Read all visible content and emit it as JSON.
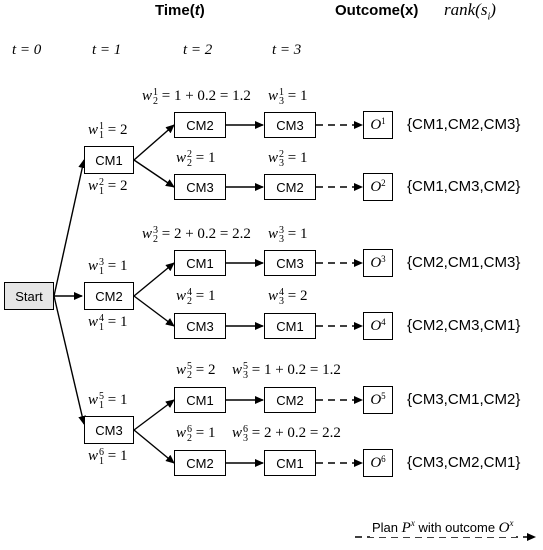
{
  "header": {
    "time": "Time",
    "time_var": "t",
    "outcome": "Outcome(x)",
    "rank": "rank",
    "rank_arg": "s",
    "rank_sub": "i"
  },
  "time_labels": [
    "t = 0",
    "t = 1",
    "t = 2",
    "t = 3"
  ],
  "start_label": "Start",
  "level1": [
    "CM1",
    "CM2",
    "CM3"
  ],
  "branches": [
    {
      "t2": "CM2",
      "t3": "CM3",
      "outcome": "1",
      "rank": "{CM1,CM2,CM3}",
      "w2": {
        "sup": "1",
        "expr": "= 1 + 0.2 = 1.2"
      },
      "w3": {
        "sup": "1",
        "expr": "= 1"
      }
    },
    {
      "t2": "CM3",
      "t3": "CM2",
      "outcome": "2",
      "rank": "{CM1,CM3,CM2}",
      "w2": {
        "sup": "2",
        "expr": "= 1"
      },
      "w3": {
        "sup": "2",
        "expr": "= 1"
      }
    },
    {
      "t2": "CM1",
      "t3": "CM3",
      "outcome": "3",
      "rank": "{CM2,CM1,CM3}",
      "w2": {
        "sup": "3",
        "expr": "= 2 + 0.2 = 2.2"
      },
      "w3": {
        "sup": "3",
        "expr": "= 1"
      }
    },
    {
      "t2": "CM3",
      "t3": "CM1",
      "outcome": "4",
      "rank": "{CM2,CM3,CM1}",
      "w2": {
        "sup": "4",
        "expr": "= 1"
      },
      "w3": {
        "sup": "4",
        "expr": "= 2"
      }
    },
    {
      "t2": "CM1",
      "t3": "CM2",
      "outcome": "5",
      "rank": "{CM3,CM1,CM2}",
      "w2": {
        "sup": "5",
        "expr": "= 2"
      },
      "w3": {
        "sup": "5",
        "expr": "= 1 + 0.2 = 1.2"
      }
    },
    {
      "t2": "CM2",
      "t3": "CM1",
      "outcome": "6",
      "rank": "{CM3,CM2,CM1}",
      "w2": {
        "sup": "6",
        "expr": "= 1"
      },
      "w3": {
        "sup": "6",
        "expr": "= 2 + 0.2 = 2.2"
      }
    }
  ],
  "w1": [
    {
      "sup": "1",
      "expr": "= 2"
    },
    {
      "sup": "2",
      "expr": "= 2"
    },
    {
      "sup": "3",
      "expr": "= 1"
    },
    {
      "sup": "4",
      "expr": "= 1"
    },
    {
      "sup": "5",
      "expr": "= 1"
    },
    {
      "sup": "6",
      "expr": "= 1"
    }
  ],
  "w_symbol": "w",
  "w1_sub": "1",
  "w2_sub": "2",
  "w3_sub": "3",
  "legend": {
    "plan": "Plan",
    "plan_var": "P",
    "plan_sup": "x",
    "with": "with outcome",
    "outcome_var": "O",
    "outcome_sup": "x"
  }
}
